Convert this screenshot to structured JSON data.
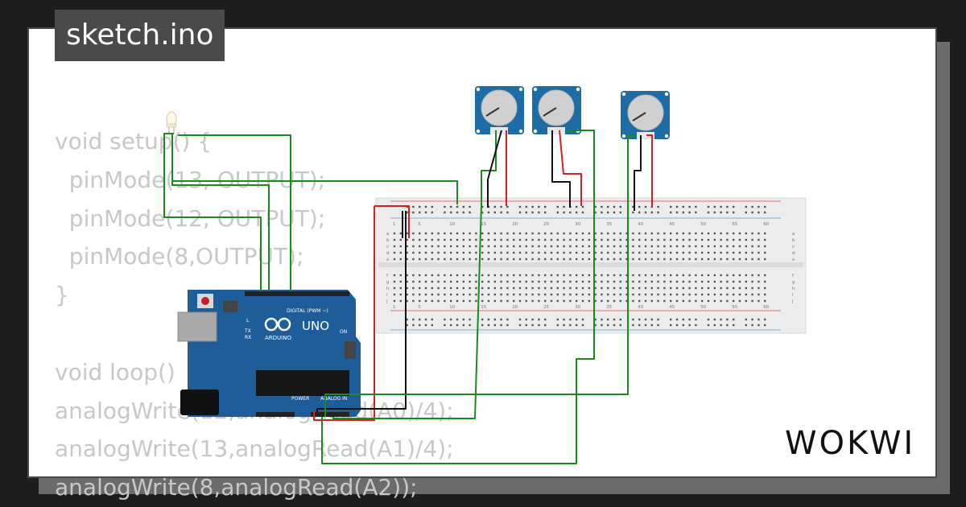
{
  "title": "sketch.ino",
  "code_lines": [
    "void setup() {",
    "  pinMode(13, OUTPUT);",
    "  pinMode(12, OUTPUT);",
    "  pinMode(8,OUTPUT);",
    "}",
    "",
    "void loop()",
    "analogWrite(12,analogRead(A0)/4);",
    "analogWrite(13,analogRead(A1)/4);",
    "analogWrite(8,analogRead(A2));"
  ],
  "board": {
    "logo_text": "UNO",
    "brand_text": "ARDUINO",
    "digital_label": "DIGITAL (PWM ~)",
    "power_label": "POWER",
    "analog_label": "ANALOG IN",
    "on_label": "ON",
    "l_label": "L",
    "tx_label": "TX",
    "rx_label": "RX"
  },
  "breadboard": {
    "column_numbers": [
      "1",
      "5",
      "10",
      "15",
      "20",
      "25",
      "30",
      "35",
      "40",
      "45",
      "50",
      "55",
      "60"
    ],
    "row_letters_top": [
      "a",
      "b",
      "c",
      "d",
      "e"
    ],
    "row_letters_bottom": [
      "f",
      "g",
      "h",
      "i",
      "j"
    ]
  },
  "brand": "WOKWI",
  "colors": {
    "wire_green": "#1a8c1a",
    "wire_red": "#d42020",
    "wire_black": "#111111",
    "board_blue": "#1f5d9a",
    "pot_blue": "#1e6ca6"
  }
}
